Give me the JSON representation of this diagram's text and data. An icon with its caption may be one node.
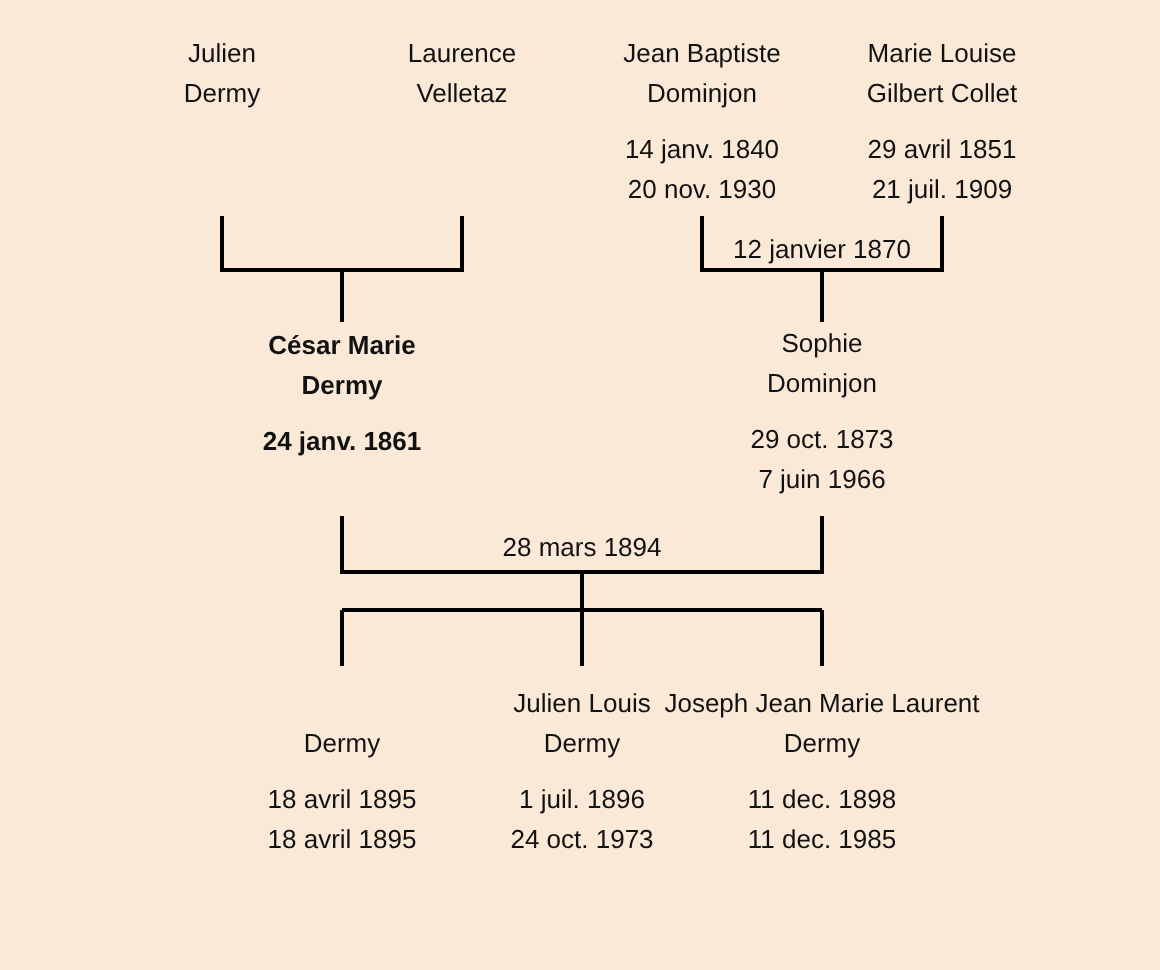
{
  "diagram": {
    "nodes": [
      {
        "text": [
          "Julien Dermy"
        ]
      },
      {
        "text": [
          "Laurence Velletaz"
        ]
      },
      {
        "text": [
          "Jean Baptiste Dominjon",
          "14 janv. 1840",
          "20 nov. 1930"
        ]
      },
      {
        "text": [
          "Marie Louise Gilbert Collet",
          "29 avril 1851",
          "21 juil. 1909"
        ]
      },
      {
        "text": [
          "César Marie Dermy",
          "24 janv. 1861"
        ]
      },
      {
        "text": [
          "Sophie Dominjon",
          "29 oct. 1873",
          "7 juin 1966"
        ]
      },
      {
        "text": [
          "Dermy",
          "18 avril 1895",
          "18 avril 1895"
        ]
      },
      {
        "text": [
          "Julien Louis Dermy",
          "1 juil. 1896",
          "24 oct. 1973"
        ]
      },
      {
        "text": [
          "Joseph Jean Marie Laurent Dermy",
          "11 dec. 1898",
          "11 dec. 1985"
        ]
      }
    ],
    "edges": [
      {
        "from": 0,
        "to": 4,
        "arrow": "none"
      },
      {
        "from": 1,
        "to": 4,
        "arrow": "none"
      },
      {
        "from": 2,
        "to": 5,
        "arrow": "none",
        "label": "12 janvier 1870"
      },
      {
        "from": 3,
        "to": 5,
        "arrow": "none"
      },
      {
        "from": 4,
        "to": 6,
        "arrow": "none",
        "label": "28 mars 1894"
      },
      {
        "from": 4,
        "to": 7,
        "arrow": "none"
      },
      {
        "from": 4,
        "to": 8,
        "arrow": "none"
      },
      {
        "from": 5,
        "to": 6,
        "arrow": "none"
      },
      {
        "from": 5,
        "to": 7,
        "arrow": "none"
      },
      {
        "from": 5,
        "to": 8,
        "arrow": "none"
      }
    ]
  }
}
